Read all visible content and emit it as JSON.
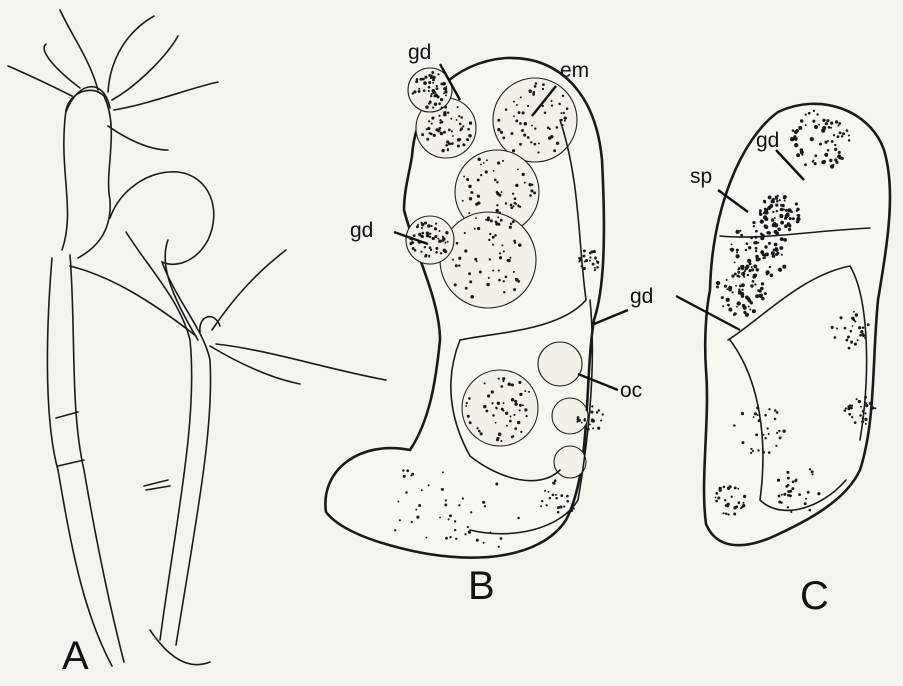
{
  "panels": {
    "a": {
      "letter": "A"
    },
    "b": {
      "letter": "B",
      "labels": {
        "gd_top": "gd",
        "em": "em",
        "gd_left": "gd",
        "gd_right": "gd",
        "oc": "oc"
      }
    },
    "c": {
      "letter": "C",
      "labels": {
        "gd": "gd",
        "sp": "sp"
      }
    }
  },
  "colors": {
    "background": "#f4f4ef",
    "ink": "#1a1a1a"
  }
}
